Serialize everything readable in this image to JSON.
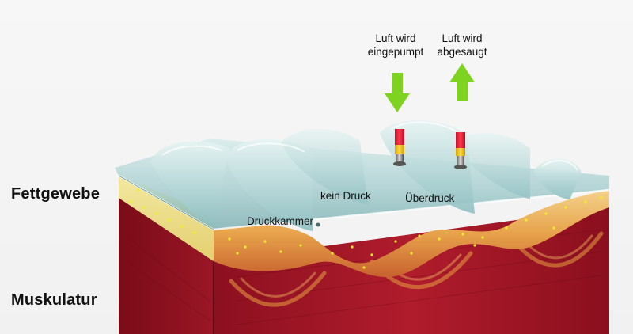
{
  "labels": {
    "fettgewebe": "Fettgewebe",
    "muskulatur": "Muskulatur",
    "druckkammer": "Druckkammer",
    "kein_druck": "kein Druck",
    "ueberdruck": "Überdruck",
    "luft_eingepumpt": "Luft wird eingepumpt",
    "luft_abgesaugt": "Luft wird abgesaugt"
  },
  "colors": {
    "arrow_green": "#7ed321",
    "muscle_red": "#a8182a",
    "fat_orange": "#e8a24a",
    "chamber_teal": "#a9cfd0",
    "fat_dots": "#e6e619"
  },
  "icons": {
    "arrow_in": "arrow-down-icon",
    "arrow_out": "arrow-up-icon"
  }
}
